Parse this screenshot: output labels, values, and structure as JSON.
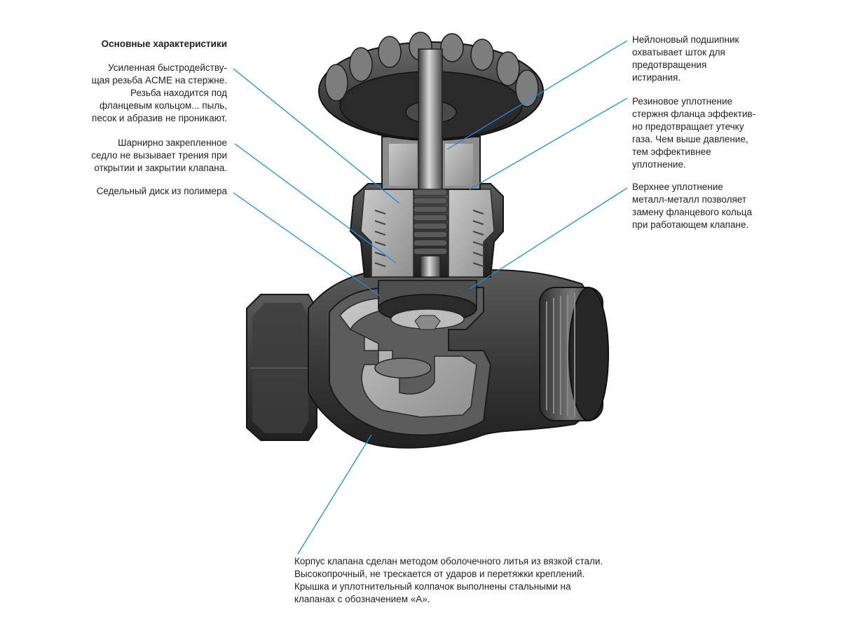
{
  "left_panel": {
    "heading": "Основные характеристики",
    "items": [
      "Усиленная быстродейству-\nщая резьба ACME на стержне.\nРезьба находится под\nфланцевым кольцом... пыль,\nпесок и абразив не проникают.",
      "Шарнирно закрепленное\nседло не вызывает трения при\nоткрытии и закрытии клапана.",
      "Седельный диск из полимера"
    ]
  },
  "right_panel": {
    "items": [
      "Нейлоновый подшипник\nохватывает шток для\nпредотвращения\nистирания.",
      "Резиновое уплотнение\nстержня фланца эффектив-\nно предотвращает утечку\nгаза. Чем выше давление,\nтем эффективнее\nуплотнение.",
      "Верхнее уплотнение\nметалл-металл позволяет\nзамену фланцевого кольца\nпри работающем клапане."
    ]
  },
  "bottom_panel": {
    "text": "Корпус клапана сделан методом оболочечного литья из вязкой стали.\nВысокопрочный, не трескается от ударов и перетяжки креплений.\nКрышка и уплотнительный колпачок выполнены стальными на\nклапанах с обозначением  «А»."
  },
  "colors": {
    "leader": "#1f8fd0",
    "metal_dark": "#2b2b2b",
    "metal_mid": "#6a6a6a",
    "metal_light": "#bdbdbd",
    "cut_face": "#9a9a9a"
  }
}
